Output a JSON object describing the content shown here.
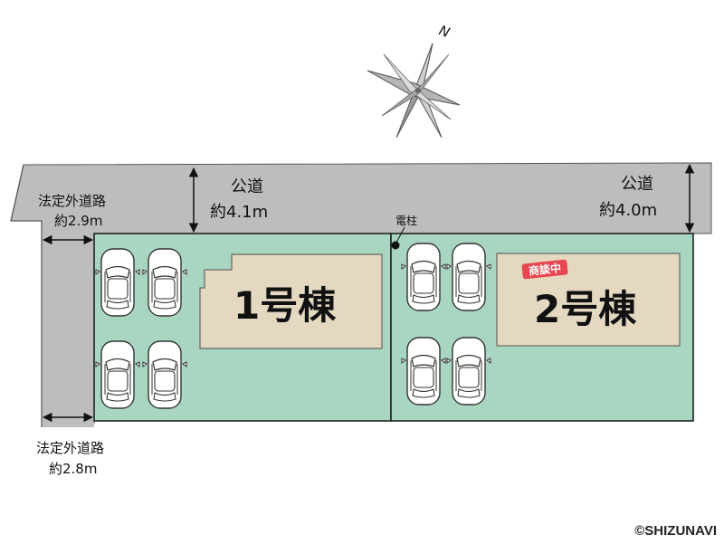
{
  "compass": {
    "label": "N",
    "icon": "compass-rose-icon"
  },
  "roads": {
    "public_left": {
      "name": "公道",
      "width": "約4.1m"
    },
    "public_right": {
      "name": "公道",
      "width": "約4.0m"
    },
    "nonstatutory_top": {
      "name": "法定外道路",
      "width": "約2.9m"
    },
    "nonstatutory_bottom": {
      "name": "法定外道路",
      "width": "約2.8m"
    }
  },
  "utility_pole": {
    "label": "電柱"
  },
  "buildings": [
    {
      "label": "1号棟"
    },
    {
      "label": "2号棟",
      "badge": "商談中"
    }
  ],
  "parking_icon": "car-top-view-icon",
  "colors": {
    "road": "#bdbdbd",
    "lot": "#a9d6c0",
    "building": "#e4d8c1",
    "badge": "#e8474f"
  },
  "copyright": "©SHIZUNAVI"
}
